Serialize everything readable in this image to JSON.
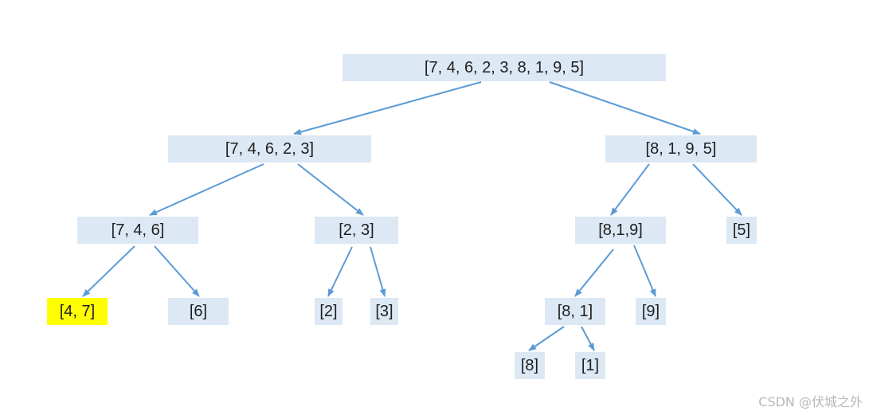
{
  "tree": {
    "edge_color": "#5b9bd5",
    "node_color": "#dce8f4",
    "highlight_color": "#ffff00",
    "nodes": [
      {
        "id": "root",
        "label": "[7, 4, 6, 2, 3, 8, 1, 9, 5]",
        "highlight": false
      },
      {
        "id": "left",
        "label": "[7, 4, 6, 2, 3]",
        "highlight": false
      },
      {
        "id": "right",
        "label": "[8, 1, 9, 5]",
        "highlight": false
      },
      {
        "id": "ll",
        "label": "[7, 4, 6]",
        "highlight": false
      },
      {
        "id": "lr",
        "label": "[2, 3]",
        "highlight": false
      },
      {
        "id": "rl",
        "label": "[8,1,9]",
        "highlight": false
      },
      {
        "id": "rr",
        "label": "[5]",
        "highlight": false
      },
      {
        "id": "lll",
        "label": "[4, 7]",
        "highlight": true
      },
      {
        "id": "llr",
        "label": "[6]",
        "highlight": false
      },
      {
        "id": "lrl",
        "label": "[2]",
        "highlight": false
      },
      {
        "id": "lrr",
        "label": "[3]",
        "highlight": false
      },
      {
        "id": "rll",
        "label": "[8, 1]",
        "highlight": false
      },
      {
        "id": "rlr",
        "label": "[9]",
        "highlight": false
      },
      {
        "id": "rlll",
        "label": "[8]",
        "highlight": false
      },
      {
        "id": "rllr",
        "label": "[1]",
        "highlight": false
      }
    ],
    "edges": [
      [
        "root",
        "left"
      ],
      [
        "root",
        "right"
      ],
      [
        "left",
        "ll"
      ],
      [
        "left",
        "lr"
      ],
      [
        "right",
        "rl"
      ],
      [
        "right",
        "rr"
      ],
      [
        "ll",
        "lll"
      ],
      [
        "ll",
        "llr"
      ],
      [
        "lr",
        "lrl"
      ],
      [
        "lr",
        "lrr"
      ],
      [
        "rl",
        "rll"
      ],
      [
        "rl",
        "rlr"
      ],
      [
        "rll",
        "rlll"
      ],
      [
        "rll",
        "rllr"
      ]
    ]
  },
  "watermark": "CSDN @伏城之外"
}
